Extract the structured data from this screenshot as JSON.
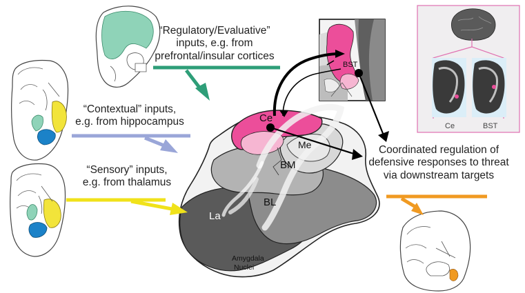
{
  "labels": {
    "regulatory": [
      "“Regulatory/Evaluative”",
      "inputs, e.g. from",
      "prefrontal/insular cortices"
    ],
    "contextual": [
      "“Contextual” inputs,",
      "e.g. from hippocampus"
    ],
    "sensory": [
      "“Sensory” inputs,",
      "e.g. from thalamus"
    ],
    "coordinated": [
      "Coordinated regulation of",
      "defensive responses to threat",
      "via downstream targets"
    ]
  },
  "nuclei": {
    "ce": "Ce",
    "me": "Me",
    "bm": "BM",
    "bl": "BL",
    "la": "La",
    "amygdala": [
      "Amygdala",
      "Nuclei"
    ]
  },
  "bst_inset": "BST",
  "brain_inset": {
    "left": "Ce",
    "right": "BST"
  },
  "colors": {
    "regulatory_arrow": "#2e9e78",
    "contextual_arrow": "#9aa6d8",
    "sensory_arrow": "#f0e21a",
    "output_arrow": "#f09a22",
    "ce_pink": "#ec4e9a",
    "inset_border": "#e070b0"
  }
}
